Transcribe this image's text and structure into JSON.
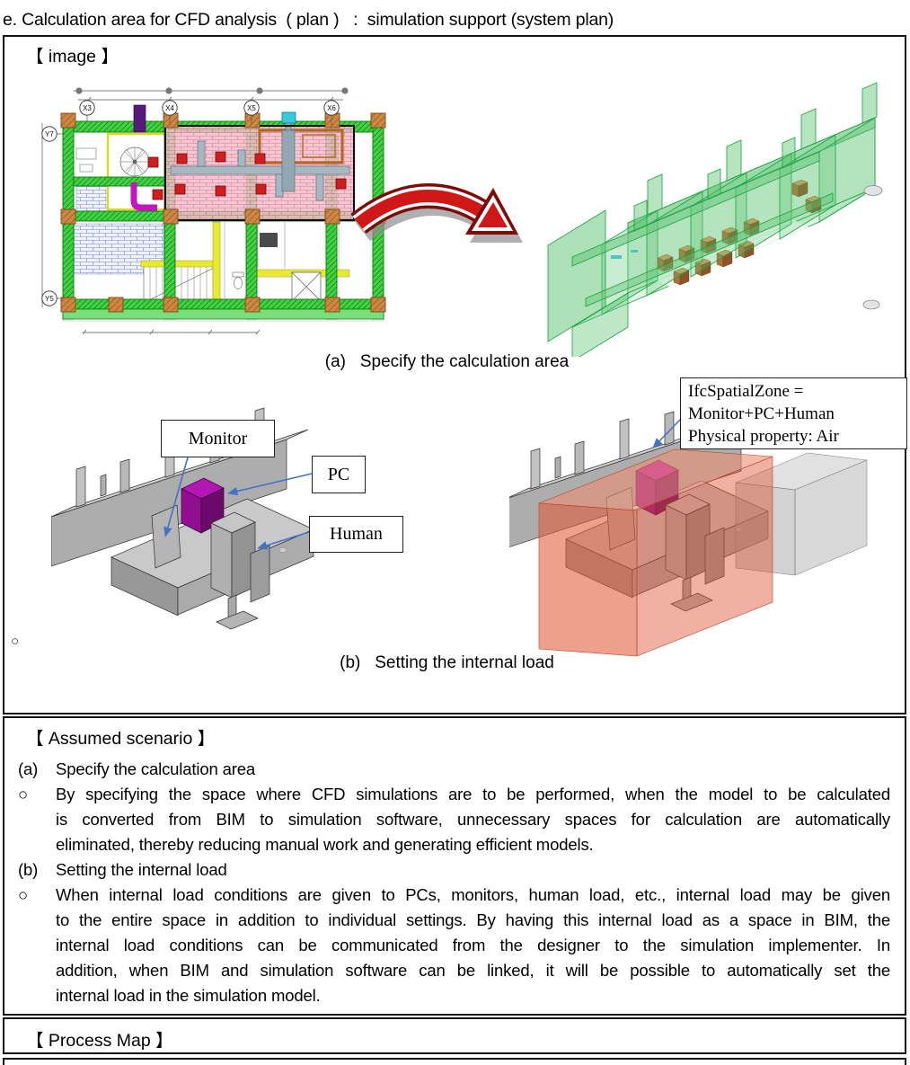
{
  "page": {
    "title": "e. Calculation area for CFD analysis  ( plan )   :  simulation support (system plan)"
  },
  "image_section": {
    "heading": "【 image 】",
    "caption_a": "(a)   Specify the calculation area",
    "caption_b": "(b)   Setting the internal load",
    "marker": "○",
    "plan": {
      "grid_x": [
        "X3",
        "X4",
        "X5",
        "X6"
      ],
      "grid_y": [
        "Y7",
        "Y5"
      ]
    },
    "labels": {
      "monitor": "Monitor",
      "pc": "PC",
      "human": "Human"
    },
    "zone_note": {
      "line1": "IfcSpatialZone =",
      "line2": "Monitor+PC+Human",
      "line3": "Physical property: Air"
    }
  },
  "scenario": {
    "heading": "【 Assumed scenario 】",
    "rows": [
      {
        "marker": "(a)",
        "text": "Specify the calculation area"
      },
      {
        "marker": "○",
        "text": "By specifying the space where CFD simulations are to be performed, when the model to be calculated"
      },
      {
        "marker": "",
        "text": "is converted from BIM to simulation software, unnecessary spaces for calculation are automatically"
      },
      {
        "marker": "",
        "text": "eliminated, thereby reducing manual work and generating efficient models."
      },
      {
        "marker": "(b)",
        "text": "Setting the internal load"
      },
      {
        "marker": "○",
        "text": "When internal load conditions are given to PCs, monitors, human load, etc., internal load may be given"
      },
      {
        "marker": "",
        "text": "to the entire space in addition to individual settings. By having this internal load as a space in BIM, the"
      },
      {
        "marker": "",
        "text": "internal load conditions can be communicated from the designer to the simulation implementer. In"
      },
      {
        "marker": "",
        "text": "addition, when BIM and simulation software can be linked, it will be possible to automatically set the"
      },
      {
        "marker": "",
        "text": "internal load in the simulation model."
      }
    ]
  },
  "process_map": {
    "heading": "【 Process Map 】"
  },
  "colors": {
    "structure_green": "#3bd23b",
    "zone_pink": "#f3bcca",
    "equipment_red": "#d01d1d",
    "arrow_red": "#cf1717",
    "pc_purple": "#b317b3",
    "spatial_zone_red": "#e4593b",
    "callout_blue": "#4573c4",
    "model_green": "#5bc472",
    "column_brown": "#cd8743"
  }
}
